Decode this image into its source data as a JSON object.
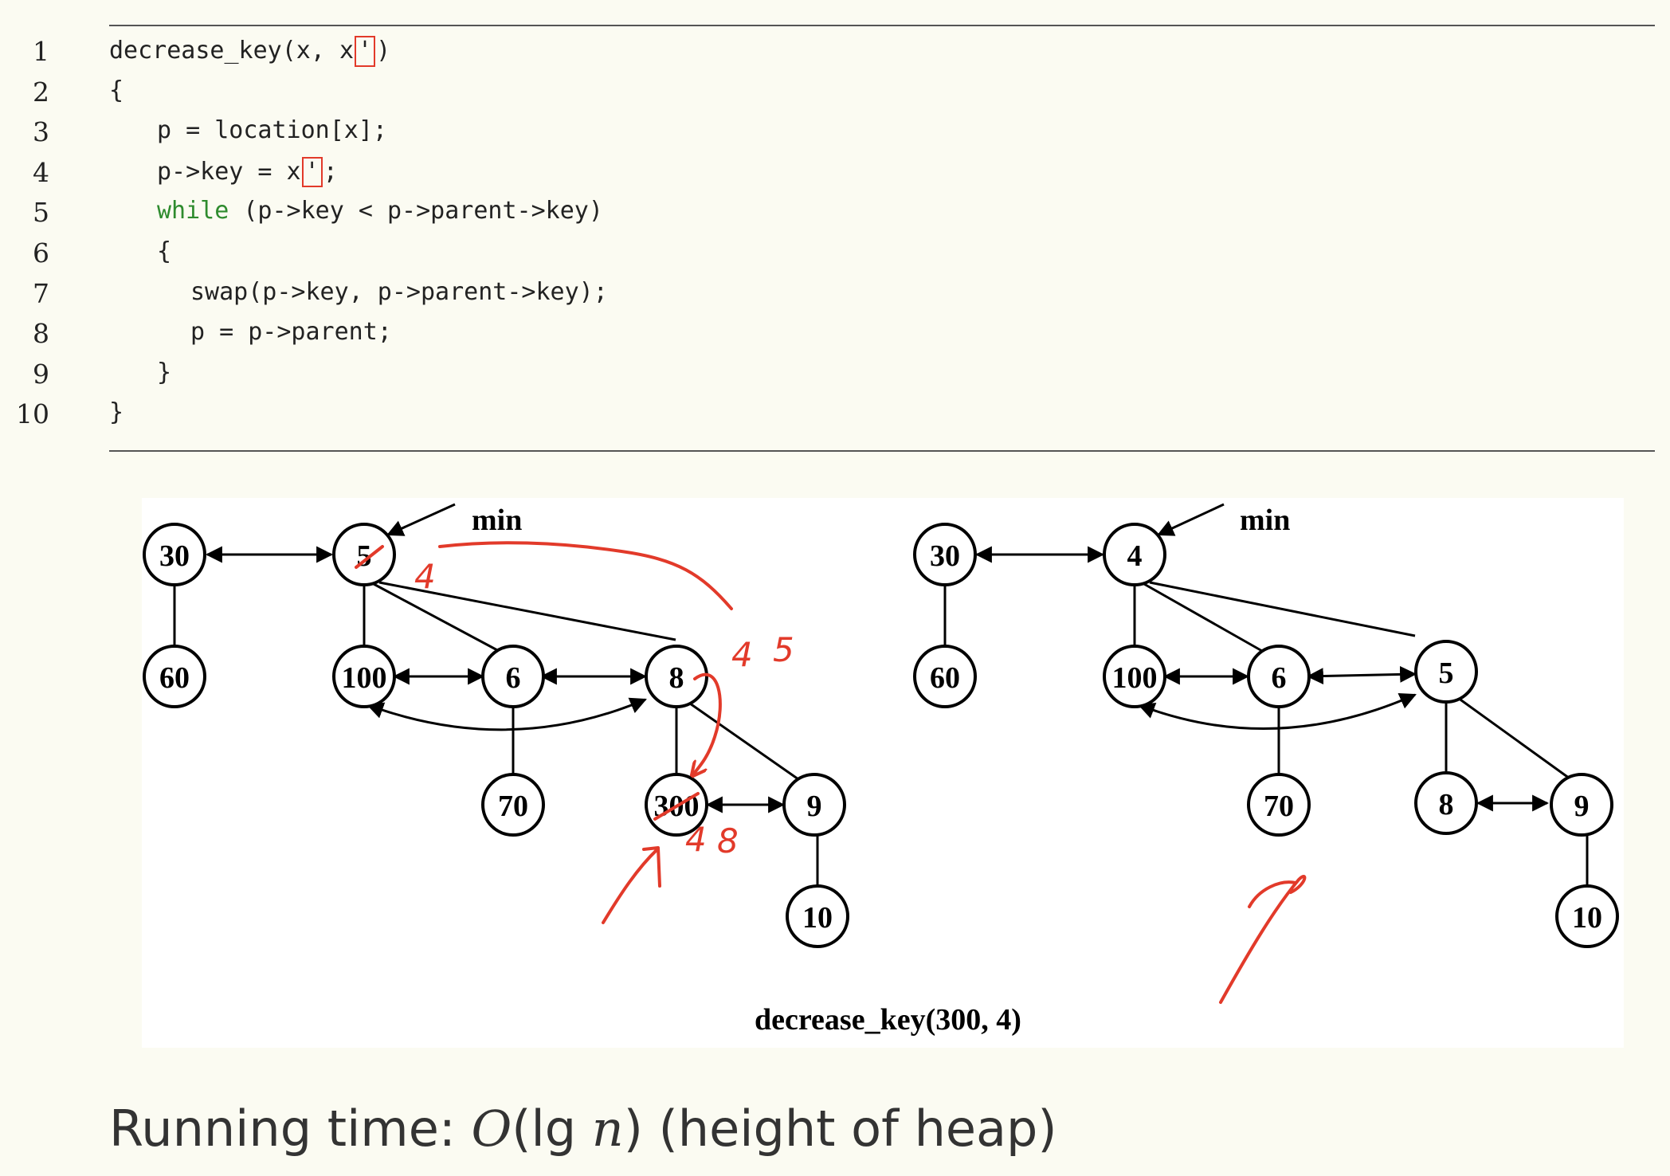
{
  "code": {
    "lines": [
      {
        "num": "1",
        "indent": 0,
        "parts": [
          {
            "text": "decrease_key(x, x"
          },
          {
            "text": "'",
            "mark": true
          },
          {
            "text": ")"
          }
        ]
      },
      {
        "num": "2",
        "indent": 0,
        "parts": [
          {
            "text": "{"
          }
        ]
      },
      {
        "num": "3",
        "indent": 1,
        "parts": [
          {
            "text": "p = location[x];"
          }
        ]
      },
      {
        "num": "4",
        "indent": 1,
        "parts": [
          {
            "text": "p->key = x"
          },
          {
            "text": "'",
            "mark": true
          },
          {
            "text": ";"
          }
        ]
      },
      {
        "num": "5",
        "indent": 1,
        "parts": [
          {
            "text": "while",
            "kw": true
          },
          {
            "text": " (p->key < p->parent->key)"
          }
        ]
      },
      {
        "num": "6",
        "indent": 1,
        "parts": [
          {
            "text": "{"
          }
        ]
      },
      {
        "num": "7",
        "indent": 2,
        "parts": [
          {
            "text": "swap(p->key, p->parent->key);"
          }
        ]
      },
      {
        "num": "8",
        "indent": 2,
        "parts": [
          {
            "text": "p = p->parent;"
          }
        ]
      },
      {
        "num": "9",
        "indent": 1,
        "parts": [
          {
            "text": "}"
          }
        ]
      },
      {
        "num": "10",
        "indent": 0,
        "parts": [
          {
            "text": "}"
          }
        ]
      }
    ]
  },
  "diagram": {
    "before": {
      "min_label": "min",
      "nodes": {
        "n30": "30",
        "n5": "5",
        "n60": "60",
        "n100": "100",
        "n6": "6",
        "n8": "8",
        "n70": "70",
        "n300": "300",
        "n9": "9",
        "n10": "10"
      }
    },
    "after": {
      "min_label": "min",
      "nodes": {
        "n30": "30",
        "n4": "4",
        "n60": "60",
        "n100": "100",
        "n6": "6",
        "n5": "5",
        "n70": "70",
        "n8": "8",
        "n9": "9",
        "n10": "10"
      }
    },
    "caption": "decrease_key(300, 4)",
    "annotation_color": "#e23a2a",
    "handwritten": {
      "a": "4",
      "b": "4",
      "c": "5",
      "d": "4",
      "e": "8"
    }
  },
  "running_time": {
    "prefix": "Running time:  ",
    "o": "O",
    "paren_open": "(lg ",
    "n": "n",
    "paren_close": ")",
    "suffix": " (height of heap)"
  }
}
